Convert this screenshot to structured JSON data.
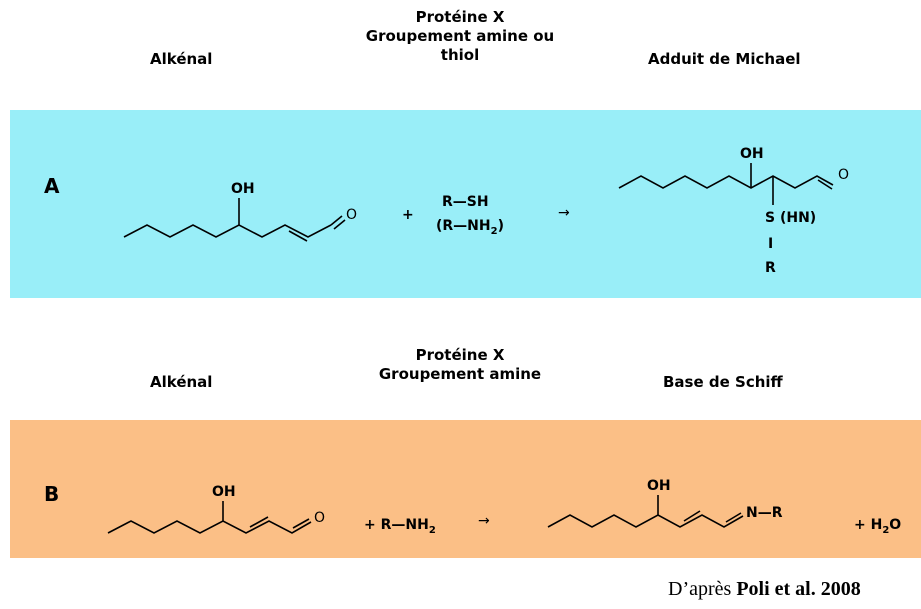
{
  "panel_a": {
    "letter": "A",
    "header_reactant": "Alkénal",
    "header_reagent_line1": "Protéine X",
    "header_reagent_line2": "Groupement amine ou",
    "header_reagent_line3": "thiol",
    "header_product": "Adduit de Michael",
    "band_color": "#99eef8",
    "reactant_oh": "OH",
    "reactant_o": "O",
    "plus": "+",
    "reagent_line1": "R—SH",
    "reagent_line2_open": "(R—NH",
    "reagent_line2_sub": "2",
    "reagent_line2_close": ")",
    "arrow": "→",
    "product_oh": "OH",
    "product_o": "O",
    "product_s": "S (HN)",
    "product_bar": "I",
    "product_r": "R"
  },
  "panel_b": {
    "letter": "B",
    "header_reactant": "Alkénal",
    "header_reagent_line1": "Protéine X",
    "header_reagent_line2": "Groupement amine",
    "header_product": "Base de Schiff",
    "band_color": "#fbbf86",
    "reactant_oh": "OH",
    "reactant_o": "O",
    "plus_reagent": "+ R—NH",
    "reagent_sub": "2",
    "arrow": "→",
    "product_oh": "OH",
    "product_nr": "N—R",
    "plus_water": "+ H",
    "water_sub": "2",
    "water_o": "O"
  },
  "citation": {
    "prefix": "D’après ",
    "authors": "Poli et al. 2008"
  }
}
